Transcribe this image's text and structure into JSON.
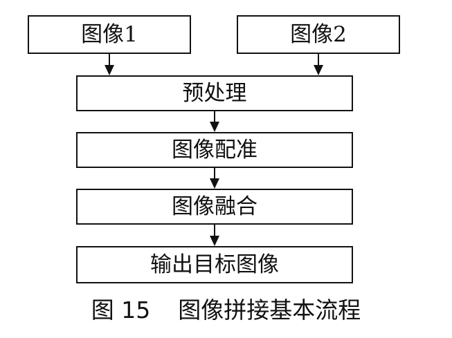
{
  "nodes": {
    "input_1": "图像1",
    "input_2": "图像2",
    "preprocess": "预处理",
    "registration": "图像配准",
    "fusion": "图像融合",
    "output": "输出目标图像"
  },
  "caption": {
    "number": "图 15",
    "title": "图像拼接基本流程"
  },
  "colors": {
    "stroke": "#111111",
    "background": "#ffffff"
  }
}
